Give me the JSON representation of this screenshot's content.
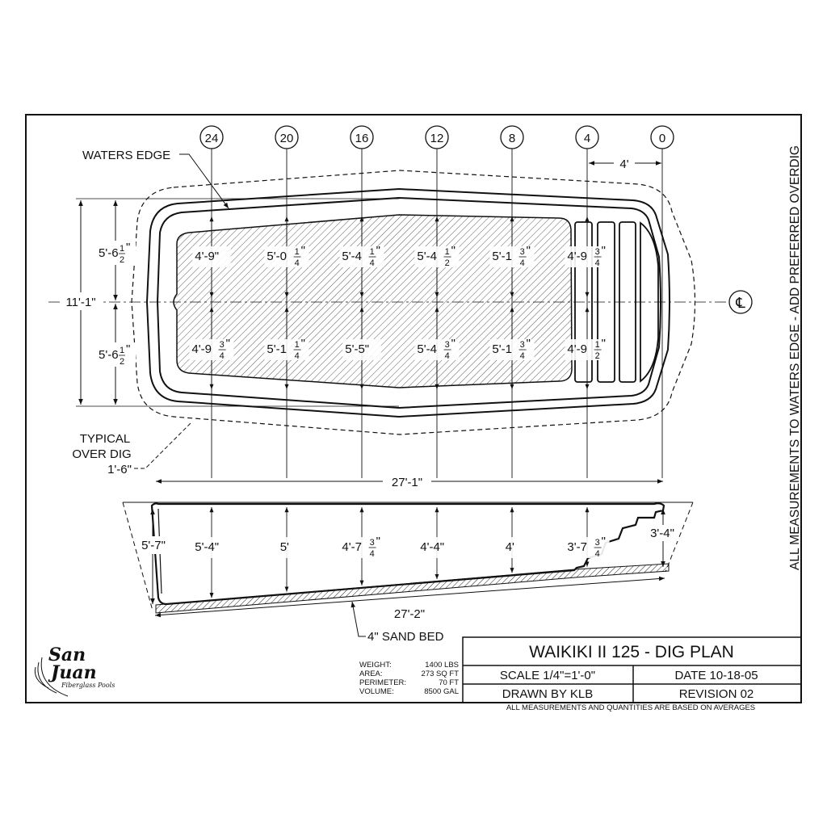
{
  "stations": [
    "24",
    "20",
    "16",
    "12",
    "8",
    "4",
    "0"
  ],
  "plan": {
    "waters_edge_label": "WATERS EDGE",
    "top_dim_4ft": "4'",
    "width_total": "11'-1\"",
    "width_half_top": "5'-6",
    "width_half_bottom": "5'-6",
    "half_num": "1",
    "half_den": "2",
    "half_in": "\"",
    "centerline_symbol": "℄",
    "overdig_line1": "TYPICAL",
    "overdig_line2": "OVER DIG",
    "overdig_value": "1'-6\"",
    "length_top": "27'-1\"",
    "top_depths": [
      {
        "main": "4'-9\"",
        "num": "",
        "den": ""
      },
      {
        "main": "5'-0",
        "num": "1",
        "den": "4"
      },
      {
        "main": "5'-4",
        "num": "1",
        "den": "4"
      },
      {
        "main": "5'-4",
        "num": "1",
        "den": "2"
      },
      {
        "main": "5'-1",
        "num": "3",
        "den": "4"
      },
      {
        "main": "4'-9",
        "num": "3",
        "den": "4"
      }
    ],
    "bottom_depths": [
      {
        "main": "4'-9",
        "num": "3",
        "den": "4"
      },
      {
        "main": "5'-1",
        "num": "1",
        "den": "4"
      },
      {
        "main": "5'-5\"",
        "num": "",
        "den": ""
      },
      {
        "main": "5'-4",
        "num": "3",
        "den": "4"
      },
      {
        "main": "5'-1",
        "num": "3",
        "den": "4"
      },
      {
        "main": "4'-9",
        "num": "1",
        "den": "2"
      }
    ]
  },
  "profile": {
    "left_depth": "5'-7\"",
    "right_depth": "3'-4\"",
    "depths": [
      {
        "main": "5'-4\"",
        "num": "",
        "den": ""
      },
      {
        "main": "5'",
        "num": "",
        "den": ""
      },
      {
        "main": "4'-7",
        "num": "3",
        "den": "4"
      },
      {
        "main": "4'-4\"",
        "num": "",
        "den": ""
      },
      {
        "main": "4'",
        "num": "",
        "den": ""
      },
      {
        "main": "3'-7",
        "num": "3",
        "den": "4"
      }
    ],
    "length_bottom": "27'-2\"",
    "sand_bed": "4\" SAND BED"
  },
  "side_note": "ALL MEASUREMENTS TO WATERS EDGE - ADD PREFERRED OVERDIG",
  "specs": [
    {
      "label": "WEIGHT:",
      "value": "1400 LBS"
    },
    {
      "label": "AREA:",
      "value": "273 SQ FT"
    },
    {
      "label": "PERIMETER:",
      "value": "70 FT"
    },
    {
      "label": "VOLUME:",
      "value": "8500 GAL"
    }
  ],
  "logo": {
    "line1": "San",
    "line2": "Juan",
    "tagline": "Fiberglass Pools"
  },
  "title_block": {
    "title": "WAIKIKI II 125 - DIG PLAN",
    "scale": "SCALE 1/4\"=1'-0\"",
    "date": "DATE 10-18-05",
    "drawn_by": "DRAWN BY KLB",
    "revision": "REVISION 02",
    "footnote": "ALL MEASUREMENTS AND QUANTITIES ARE BASED ON AVERAGES"
  }
}
